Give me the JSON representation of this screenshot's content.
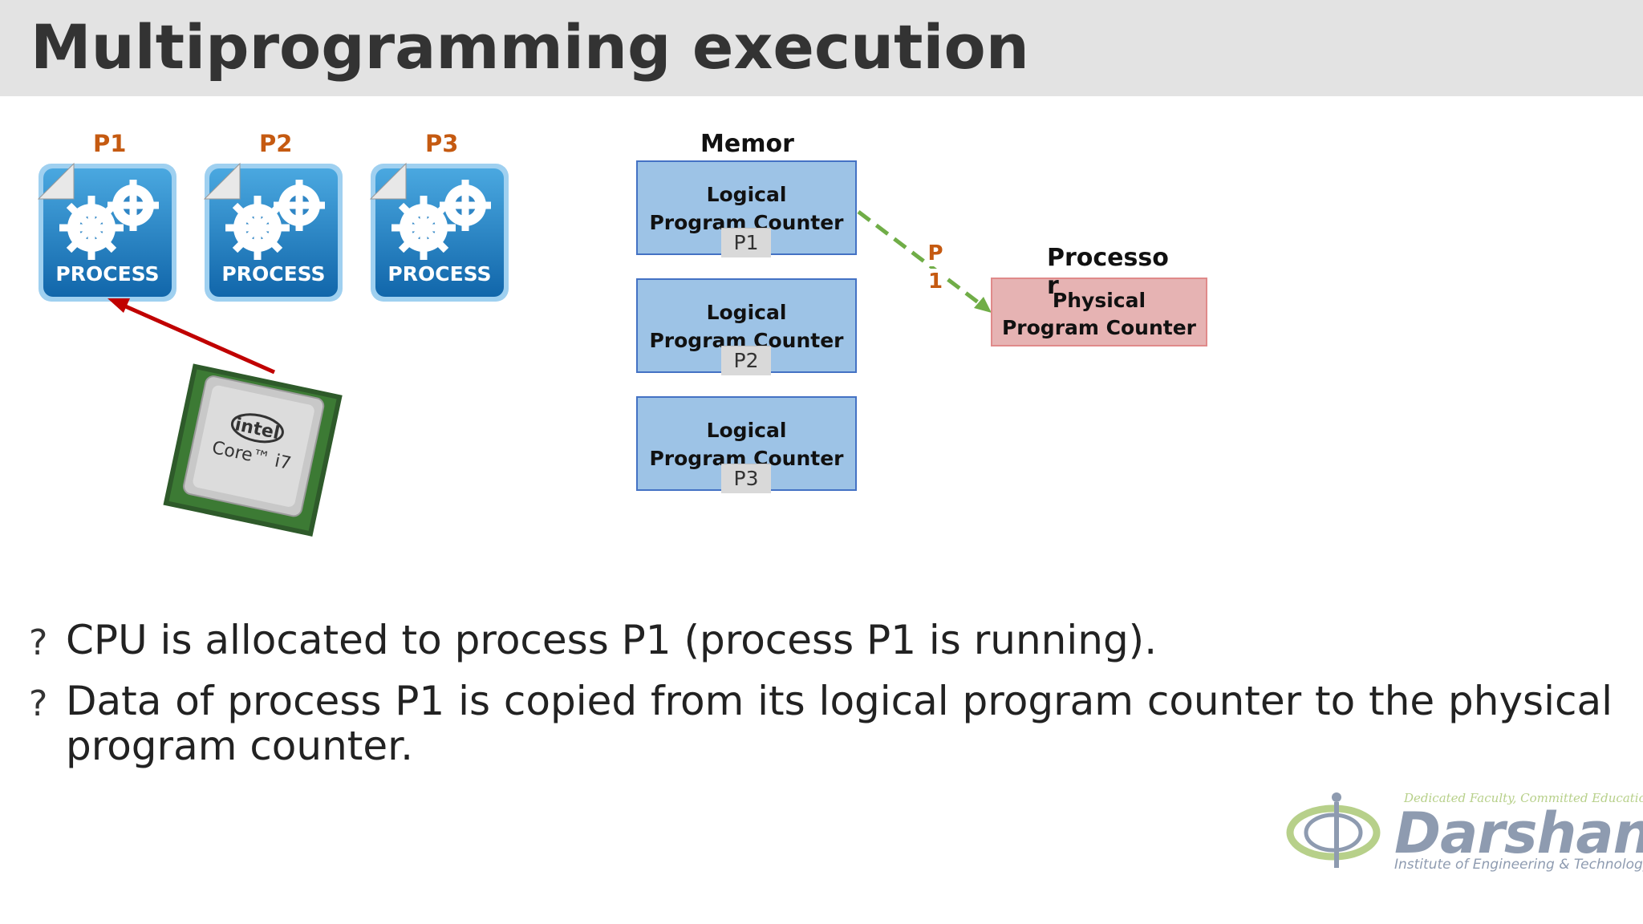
{
  "title": "Multiprogramming execution",
  "processes": [
    {
      "label": "P1",
      "icon_text": "PROCESS"
    },
    {
      "label": "P2",
      "icon_text": "PROCESS"
    },
    {
      "label": "P3",
      "icon_text": "PROCESS"
    }
  ],
  "cpu": {
    "brand": "intel",
    "model": "Core™ i7"
  },
  "memory": {
    "title_line1": "Memor",
    "title_line2": "y",
    "boxes": [
      {
        "line1": "Logical",
        "line2": "Program Counter",
        "tag": "P1"
      },
      {
        "line1": "Logical",
        "line2": "Program Counter",
        "tag": "P2"
      },
      {
        "line1": "Logical",
        "line2": "Program Counter",
        "tag": "P3"
      }
    ]
  },
  "processor": {
    "title_line1": "Processo",
    "title_line2": "r",
    "line1": "Physical",
    "line2": "Program Counter"
  },
  "transfer_label": {
    "line1": "P",
    "line2": "1"
  },
  "bullets": [
    {
      "symbol": "?",
      "text": "CPU is allocated to process P1 (process P1 is running)."
    },
    {
      "symbol": "?",
      "text": "Data of process P1 is copied from its logical program counter to the physical program counter."
    }
  ],
  "logo": {
    "tagline": "Dedicated Faculty, Committed Education",
    "name": "Darshan",
    "subtitle": "Institute of Engineering & Technology"
  },
  "colors": {
    "process_label": "#c55a11",
    "memory_box": "#9dc3e6",
    "processor_box": "#e6b3b3",
    "cpu_arrow": "#c00000",
    "transfer_arrow": "#70ad47"
  }
}
